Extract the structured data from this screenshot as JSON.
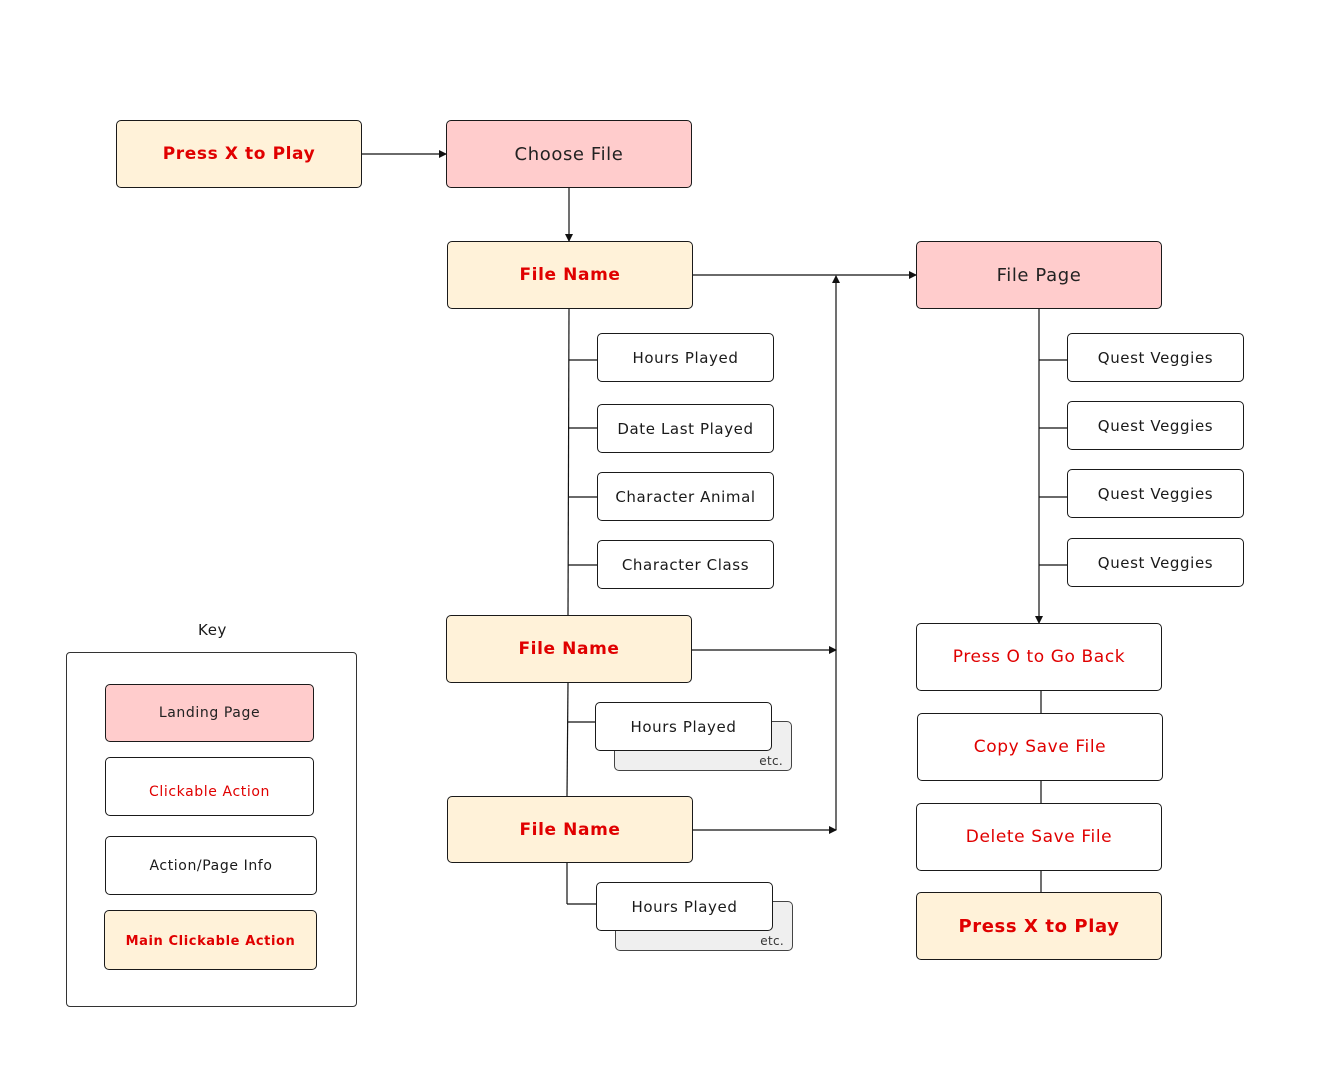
{
  "colors": {
    "landing_page": "#ffcccc",
    "main_clickable_action": "#fff2d9",
    "clickable_text": "#e00000",
    "info_background": "#ffffff",
    "stacked_card": "#efefef"
  },
  "flow": {
    "start": "Press X to Play",
    "choose_file": "Choose File",
    "file_1": {
      "name": "File Name",
      "details": [
        "Hours Played",
        "Date Last Played",
        "Character Animal",
        "Character Class"
      ]
    },
    "file_2": {
      "name": "File Name",
      "detail": "Hours Played",
      "more": "etc."
    },
    "file_3": {
      "name": "File Name",
      "detail": "Hours Played",
      "more": "etc."
    },
    "file_page": "File Page",
    "quests": [
      "Quest Veggies",
      "Quest Veggies",
      "Quest Veggies",
      "Quest Veggies"
    ],
    "actions": [
      "Press O to Go Back",
      "Copy Save File",
      "Delete Save File"
    ],
    "play": "Press X to Play"
  },
  "key": {
    "title": "Key",
    "items": [
      "Landing Page",
      "Clickable Action",
      "Action/Page Info",
      "Main Clickable Action"
    ]
  }
}
